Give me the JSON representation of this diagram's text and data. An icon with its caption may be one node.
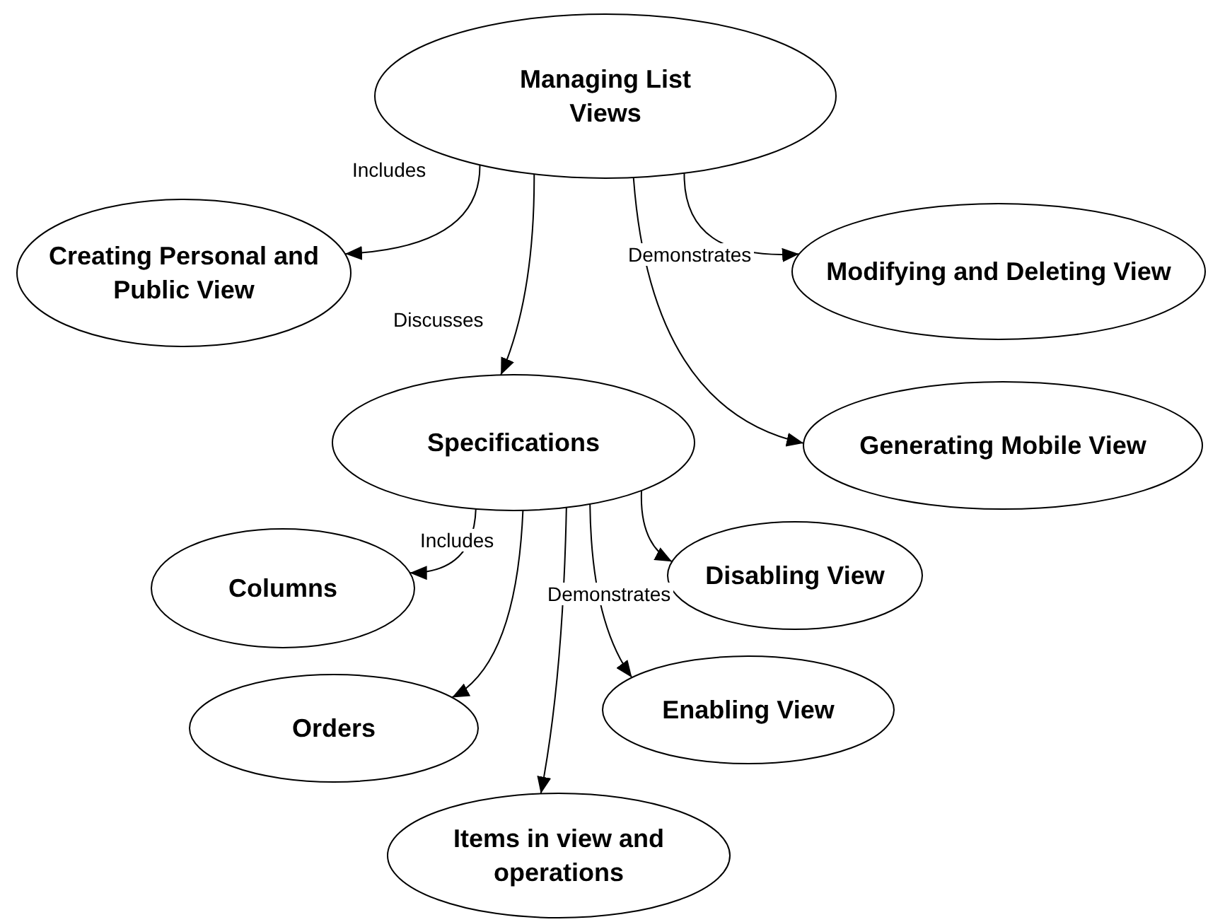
{
  "diagram": {
    "nodes": [
      {
        "text": [
          "Managing List Views"
        ]
      },
      {
        "text": [
          "Creating Personal and Public View"
        ]
      },
      {
        "text": [
          "Modifying and Deleting View"
        ]
      },
      {
        "text": [
          "Specifications"
        ]
      },
      {
        "text": [
          "Generating Mobile View"
        ]
      },
      {
        "text": [
          "Columns"
        ]
      },
      {
        "text": [
          "Disabling View"
        ]
      },
      {
        "text": [
          "Orders"
        ]
      },
      {
        "text": [
          "Enabling View"
        ]
      },
      {
        "text": [
          "Items in view and operations"
        ]
      }
    ],
    "edges": [
      {
        "from": 0,
        "to": 1,
        "arrow": "to",
        "label": "Includes"
      },
      {
        "from": 0,
        "to": 3,
        "arrow": "to",
        "label": "Discusses"
      },
      {
        "from": 0,
        "to": 2,
        "arrow": "to",
        "label": "Demonstrates"
      },
      {
        "from": 0,
        "to": 4,
        "arrow": "to"
      },
      {
        "from": 3,
        "to": 5,
        "arrow": "to",
        "label": "Includes"
      },
      {
        "from": 3,
        "to": 7,
        "arrow": "to"
      },
      {
        "from": 3,
        "to": 9,
        "arrow": "to"
      },
      {
        "from": 3,
        "to": 8,
        "arrow": "to",
        "label": "Demonstrates"
      },
      {
        "from": 3,
        "to": 6,
        "arrow": "to"
      }
    ]
  }
}
